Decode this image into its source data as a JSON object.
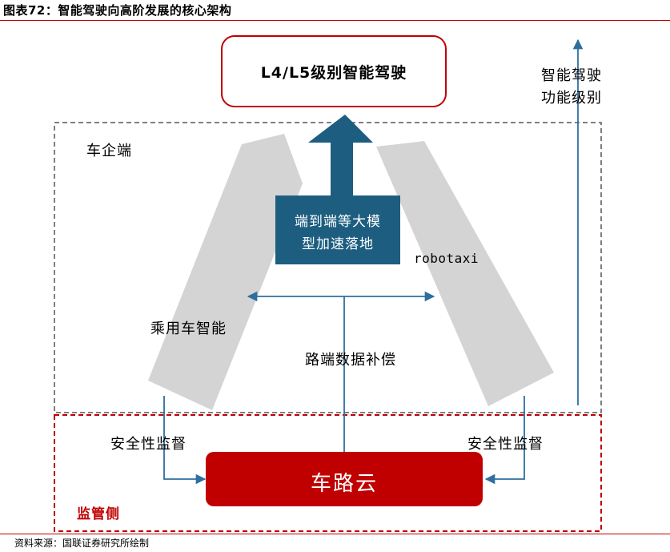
{
  "figure_title": "图表72：智能驾驶向高阶发展的核心架构",
  "source": "资料来源：国联证券研究所绘制",
  "top_box": "L4/L5级别智能驾驶",
  "right_axis_line1": "智能驾驶",
  "right_axis_line2": "功能级别",
  "vehicle_region_label": "车企端",
  "e2e_line1": "端到端等大模",
  "e2e_line2": "型加速落地",
  "robotaxi": "robotaxi",
  "passenger": "乘用车智能",
  "roadside": "路端数据补偿",
  "safety_left": "安全性监督",
  "safety_right": "安全性监督",
  "cloud": "车路云",
  "regulator": "监管侧",
  "colors": {
    "accent_red": "#c00000",
    "cloud_fill": "#c00000",
    "arrow_blue": "#1d5e80",
    "pillar_gray": "#d4d4d4",
    "connector_blue": "#2e6f9e"
  }
}
